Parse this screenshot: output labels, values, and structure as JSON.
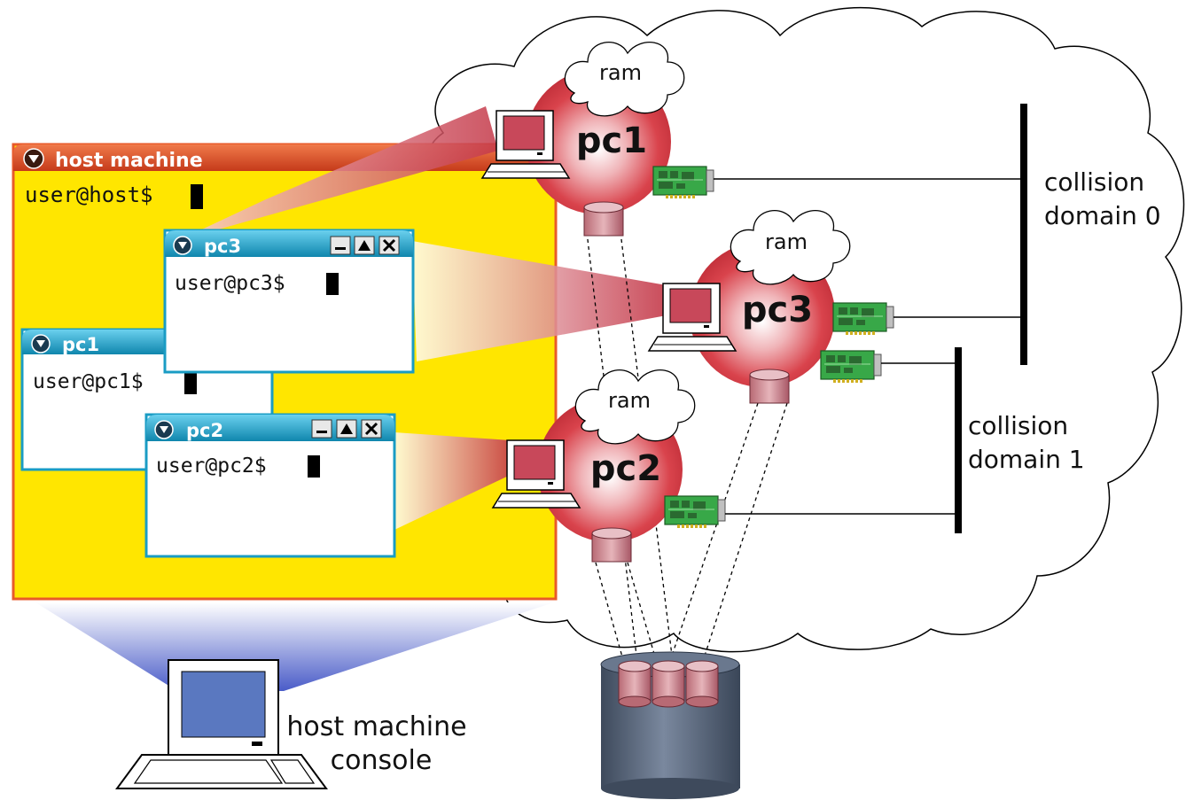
{
  "colors": {
    "host_window_bg": "#ffe600",
    "host_title_bar": "#e4512a",
    "vm_title_bar": "#1aa3c8",
    "vm_sphere": "#d83a44",
    "monitor_screen_host": "#5a78c0",
    "monitor_screen_vm": "#c8485a",
    "disk_store": "#5a6a80",
    "nic_green": "#3aa044"
  },
  "host_window": {
    "title": "host machine",
    "prompt": "user@host$",
    "title_icon": "chevron-down-icon"
  },
  "terminals": {
    "pc1": {
      "title": "pc1",
      "prompt": "user@pc1$"
    },
    "pc3": {
      "title": "pc3",
      "prompt": "user@pc3$"
    },
    "pc2": {
      "title": "pc2",
      "prompt": "user@pc2$"
    }
  },
  "window_buttons": {
    "minimize": "minimize-icon",
    "maximize": "maximize-icon",
    "close": "close-icon"
  },
  "vms": [
    {
      "name": "pc1",
      "ram_label": "ram"
    },
    {
      "name": "pc3",
      "ram_label": "ram"
    },
    {
      "name": "pc2",
      "ram_label": "ram"
    }
  ],
  "collision_domains": [
    {
      "line1": "collision",
      "line2": "domain 0"
    },
    {
      "line1": "collision",
      "line2": "domain 1"
    }
  ],
  "console": {
    "line1": "host machine",
    "line2": "console"
  }
}
